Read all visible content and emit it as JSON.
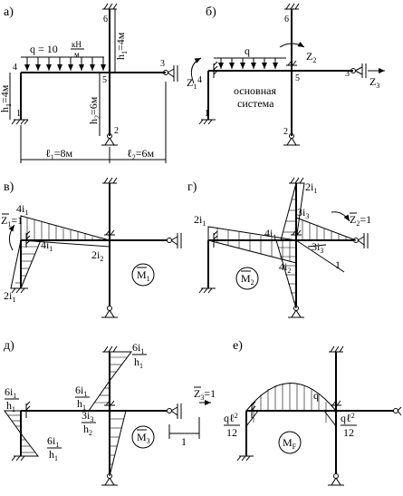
{
  "panels": {
    "a": "а)",
    "b": "б)",
    "v": "в)",
    "g": "г)",
    "d": "д)",
    "e": "е)"
  },
  "node_labels": [
    "1",
    "2",
    "3",
    "4",
    "5",
    "6"
  ],
  "load": {
    "q_value": "q = 10",
    "unit_num": "кН",
    "unit_den": "м"
  },
  "dims": {
    "h1": "h",
    "h1_sub": "1",
    "h1_val": "=4м",
    "h2": "h",
    "h2_sub": "2",
    "h2_val": "=6м",
    "l1": "ℓ",
    "l1_sub": "1",
    "l1_val": "=8м",
    "l2": "ℓ",
    "l2_sub": "2",
    "l2_val": "=6м"
  },
  "basic_system": {
    "line1": "основная",
    "line2": "система",
    "q": "q",
    "z1": "Z",
    "z1_sub": "1",
    "z2": "Z",
    "z2_sub": "2",
    "z3": "Z",
    "z3_sub": "3"
  },
  "m1": {
    "z1": "Z",
    "z1_sub": "1",
    "z1_eq": "=1",
    "v_4i1_top": "4i",
    "v_4i1_top_sub": "1",
    "v_4i1_mid": "4i",
    "v_4i1_mid_sub": "1",
    "v_2i2": "2i",
    "v_2i2_sub": "2",
    "v_2i1": "2i",
    "v_2i1_sub": "1",
    "circle": "M",
    "circle_sub": "1"
  },
  "m2": {
    "z2": "Z",
    "z2_sub": "2",
    "z2_eq": "=1",
    "v_2i1_top": "2i",
    "v_2i1_top_sub": "1",
    "v_2i1_left": "2i",
    "v_2i1_left_sub": "1",
    "v_3i3_top": "3i",
    "v_3i3_top_sub": "3",
    "v_4i1": "4i",
    "v_4i1_sub": "1",
    "v_3i3_right": "3i",
    "v_3i3_right_sub": "3",
    "v_4i2": "4i",
    "v_4i2_sub": "2",
    "unit": "1",
    "circle": "M",
    "circle_sub": "2"
  },
  "m3": {
    "z3": "Z",
    "z3_sub": "3",
    "z3_eq": "=1",
    "v_top_num": "6i",
    "v_top_num_sub": "1",
    "v_top_den": "h",
    "v_top_den_sub": "1",
    "v_left_num": "6i",
    "v_left_num_sub": "1",
    "v_left_den": "h",
    "v_left_den_sub": "1",
    "v_mid_num": "6i",
    "v_mid_num_sub": "1",
    "v_mid_den": "h",
    "v_mid_den_sub": "1",
    "v_3i3_num": "3i",
    "v_3i3_num_sub": "3",
    "v_3i3_den": "h",
    "v_3i3_den_sub": "2",
    "v_bot_num": "6i",
    "v_bot_num_sub": "1",
    "v_bot_den": "h",
    "v_bot_den_sub": "1",
    "unit": "1",
    "circle": "M",
    "circle_sub": "3"
  },
  "mf": {
    "q": "q",
    "left_num": "qℓ",
    "left_num_sup": "2",
    "left_den": "12",
    "right_num": "qℓ",
    "right_num_sup": "2",
    "right_den": "12",
    "circle": "M",
    "circle_sub": "F"
  }
}
